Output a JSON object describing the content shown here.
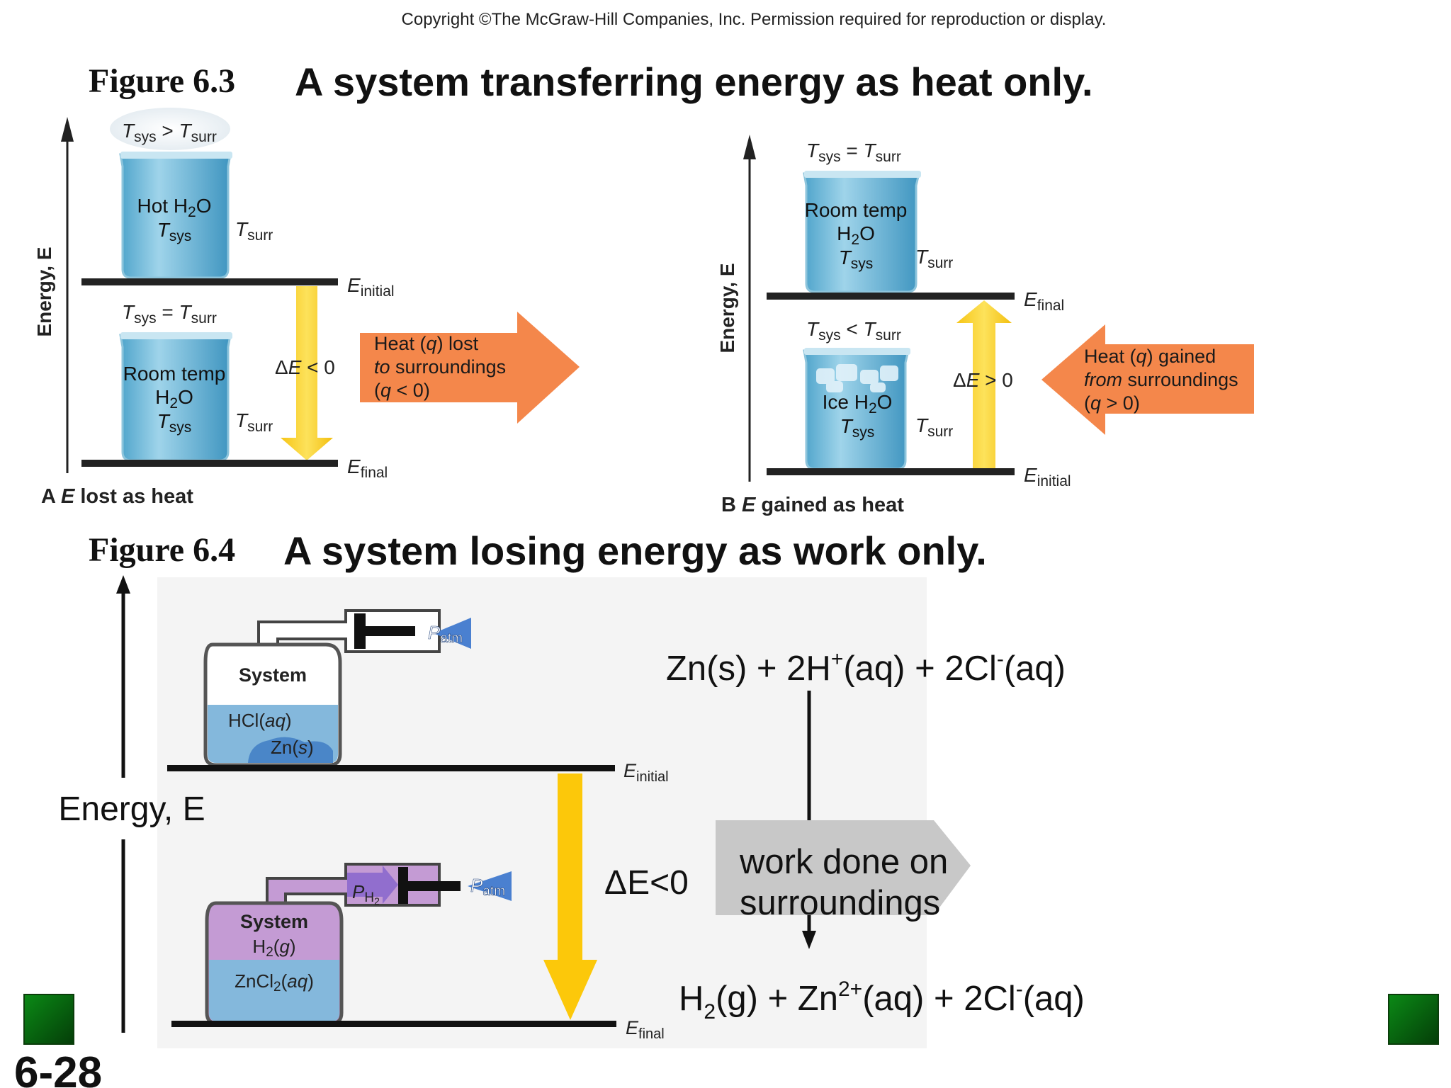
{
  "copyright": "Copyright ©The McGraw-Hill Companies, Inc.  Permission required for reproduction or display.",
  "fig63": {
    "label": "Figure 6.3",
    "title": "A system transferring energy as heat only.",
    "energy_axis": "Energy, E",
    "panelA": {
      "caption_letter": "A",
      "caption_E": "E",
      "caption_text": "lost as heat",
      "top_relation": {
        "lhs_T": "T",
        "lhs_sub": "sys",
        "op": ">",
        "rhs_T": "T",
        "rhs_sub": "surr"
      },
      "top_beaker": {
        "line1_pre": "Hot H",
        "line1_sub": "2",
        "line1_post": "O",
        "tsys_T": "T",
        "tsys_sub": "sys"
      },
      "top_tsurr": {
        "T": "T",
        "sub": "surr"
      },
      "level_initial": {
        "E": "E",
        "sub": "initial"
      },
      "bottom_relation": {
        "lhs_T": "T",
        "lhs_sub": "sys",
        "op": "=",
        "rhs_T": "T",
        "rhs_sub": "surr"
      },
      "bottom_beaker": {
        "line0": "Room temp",
        "line1_pre": "H",
        "line1_sub": "2",
        "line1_post": "O",
        "tsys_T": "T",
        "tsys_sub": "sys"
      },
      "bottom_tsurr": {
        "T": "T",
        "sub": "surr"
      },
      "level_final": {
        "E": "E",
        "sub": "final"
      },
      "delta": {
        "pre": "Δ",
        "E": "E",
        "post": " < 0"
      },
      "heat_arrow": {
        "line1_pre": "Heat (",
        "line1_q": "q",
        "line1_post": ") lost",
        "line2_pre": "to",
        "line2_post": " surroundings",
        "line3_pre": "(",
        "line3_q": "q",
        "line3_post": " < 0)"
      }
    },
    "panelB": {
      "caption_letter": "B",
      "caption_E": "E",
      "caption_text": "gained as heat",
      "top_relation": {
        "lhs_T": "T",
        "lhs_sub": "sys",
        "op": "=",
        "rhs_T": "T",
        "rhs_sub": "surr"
      },
      "top_beaker": {
        "line0": "Room temp",
        "line1_pre": "H",
        "line1_sub": "2",
        "line1_post": "O",
        "tsys_T": "T",
        "tsys_sub": "sys"
      },
      "top_tsurr": {
        "T": "T",
        "sub": "surr"
      },
      "level_final": {
        "E": "E",
        "sub": "final"
      },
      "bottom_relation": {
        "lhs_T": "T",
        "lhs_sub": "sys",
        "op": "<",
        "rhs_T": "T",
        "rhs_sub": "surr"
      },
      "bottom_beaker": {
        "line1_pre": "Ice H",
        "line1_sub": "2",
        "line1_post": "O",
        "tsys_T": "T",
        "tsys_sub": "sys"
      },
      "bottom_tsurr": {
        "T": "T",
        "sub": "surr"
      },
      "level_initial": {
        "E": "E",
        "sub": "initial"
      },
      "delta": {
        "pre": "Δ",
        "E": "E",
        "post": " > 0"
      },
      "heat_arrow": {
        "line1_pre": "Heat (",
        "line1_q": "q",
        "line1_post": ") gained",
        "line2_pre": "from",
        "line2_post": " surroundings",
        "line3_pre": "(",
        "line3_q": "q",
        "line3_post": " > 0)"
      }
    }
  },
  "fig64": {
    "label": "Figure 6.4",
    "title": "A system losing energy as work only.",
    "energy_axis": "Energy, E",
    "top_flask": {
      "system": "System",
      "solution_pre": "HCl(",
      "solution_ital": "aq",
      "solution_post": ")",
      "solid_pre": "Zn(",
      "solid_ital": "s",
      "solid_post": ")",
      "patm_P": "P",
      "patm_sub": "atm"
    },
    "bottom_flask": {
      "system": "System",
      "gas_pre": "H",
      "gas_sub": "2",
      "gas_mid": "(",
      "gas_ital": "g",
      "gas_post": ")",
      "solution_pre": "ZnCl",
      "solution_sub": "2",
      "solution_mid": "(",
      "solution_ital": "aq",
      "solution_post": ")",
      "ph2_P": "P",
      "ph2_sub": "H",
      "ph2_subsub": "2",
      "patm_P": "P",
      "patm_sub": "atm"
    },
    "level_initial": {
      "E": "E",
      "sub": "initial"
    },
    "level_final": {
      "E": "E",
      "sub": "final"
    },
    "delta": "ΔE<0",
    "reactants": {
      "p1": "Zn(s) + 2H",
      "sup1": "+",
      "p2": "(aq) + 2Cl",
      "sup2": "-",
      "p3": "(aq)"
    },
    "products": {
      "p1": "H",
      "sub1": "2",
      "p2": "(g) + Zn",
      "sup1": "2+",
      "p3": "(aq) + 2Cl",
      "sup2": "-",
      "p4": "(aq)"
    },
    "work_line1": "work done on",
    "work_line2": "surroundings"
  },
  "slide_number": "6-28",
  "colors": {
    "heat_arrow": "#f4874b",
    "delta_arrow": "#fcd12a",
    "beaker": "#6db8d8",
    "work_arrow": "#c8c8c8",
    "gas": "#c49bd4",
    "solution": "#84b8dc",
    "nav_square": "#0d6e12"
  }
}
